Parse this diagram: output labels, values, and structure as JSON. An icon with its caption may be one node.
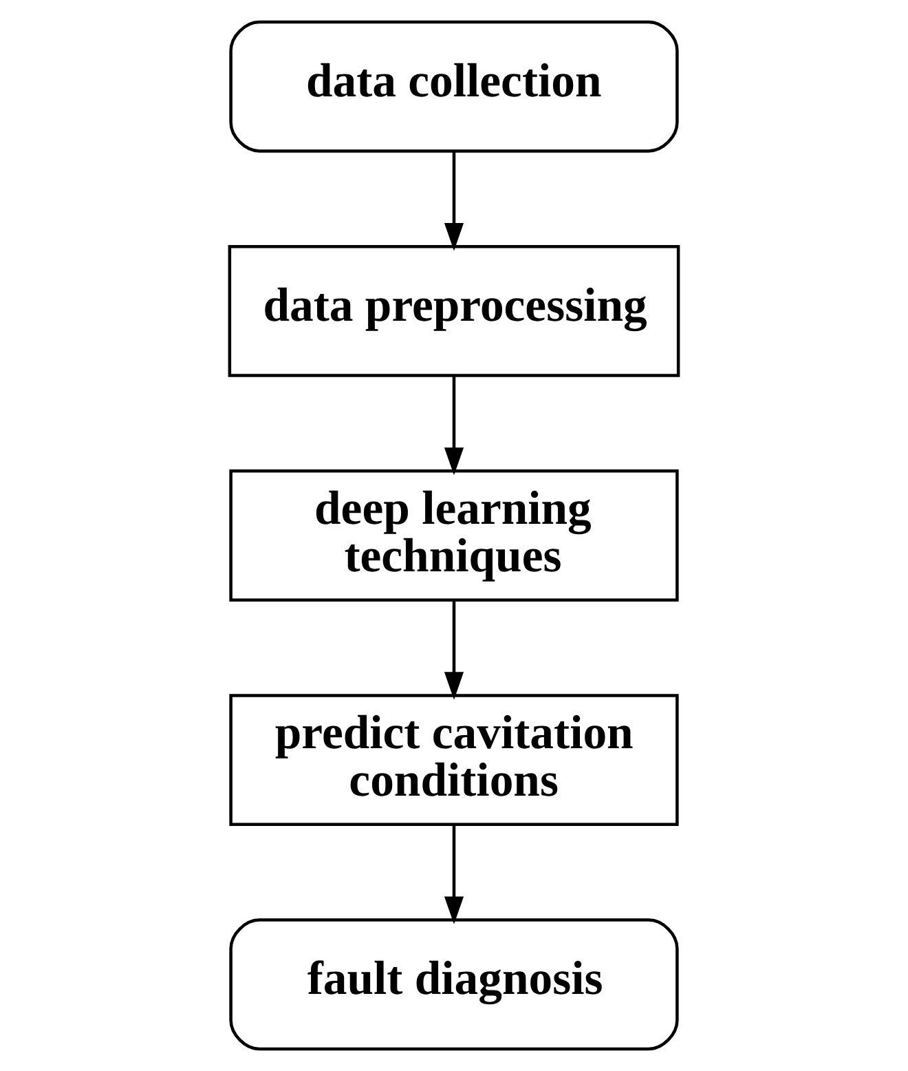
{
  "diagram": {
    "nodes": [
      {
        "text": [
          "data collection"
        ]
      },
      {
        "text": [
          "data preprocessing"
        ]
      },
      {
        "text": [
          "deep learning techniques"
        ]
      },
      {
        "text": [
          "predict cavitation conditions"
        ]
      },
      {
        "text": [
          "fault diagnosis"
        ]
      }
    ],
    "edges": [
      {
        "from": 0,
        "to": 1,
        "arrow": "to"
      },
      {
        "from": 1,
        "to": 2,
        "arrow": "to"
      },
      {
        "from": 2,
        "to": 3,
        "arrow": "to"
      },
      {
        "from": 3,
        "to": 4,
        "arrow": "to"
      }
    ]
  }
}
